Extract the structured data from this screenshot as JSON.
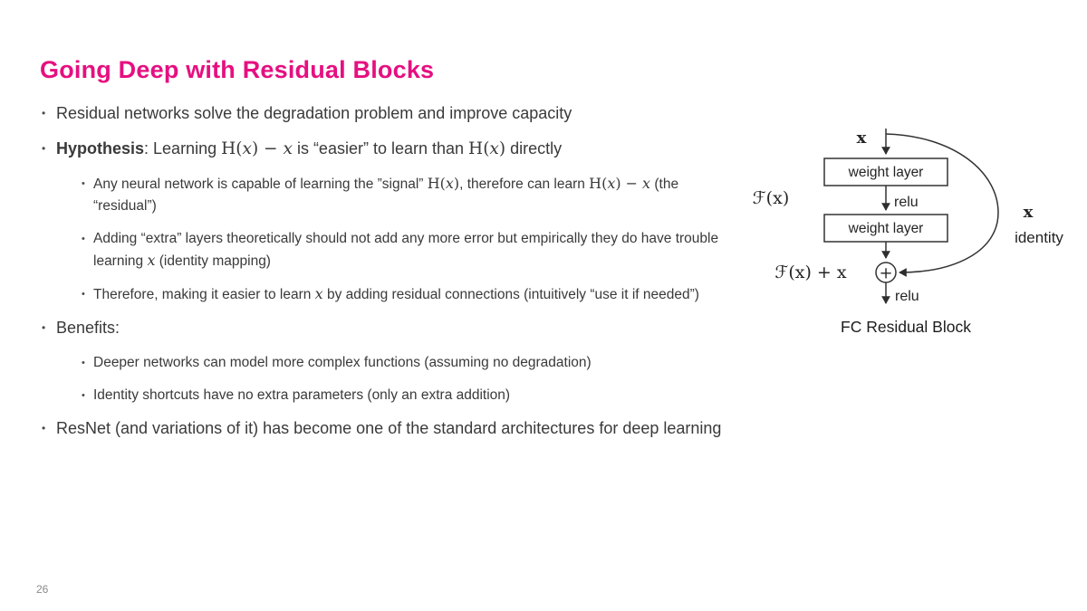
{
  "slide": {
    "title": "Going Deep with Residual Blocks",
    "page_number": "26",
    "accent_color": "#e60f80"
  },
  "bullets": [
    {
      "level": 1,
      "segments": [
        {
          "t": "Residual networks solve the degradation problem and improve capacity",
          "s": ""
        }
      ]
    },
    {
      "level": 1,
      "segments": [
        {
          "t": "Hypothesis",
          "s": "b"
        },
        {
          "t": ": Learning ",
          "s": ""
        },
        {
          "t": "H(",
          "s": "m"
        },
        {
          "t": "x",
          "s": "i"
        },
        {
          "t": ") − ",
          "s": "m"
        },
        {
          "t": "x",
          "s": "i"
        },
        {
          "t": " is “easier” to learn than ",
          "s": ""
        },
        {
          "t": "H(",
          "s": "m"
        },
        {
          "t": "x",
          "s": "i"
        },
        {
          "t": ")",
          "s": "m"
        },
        {
          "t": " directly",
          "s": ""
        }
      ]
    },
    {
      "level": 2,
      "segments": [
        {
          "t": "Any neural network is capable of learning the ”signal” ",
          "s": ""
        },
        {
          "t": "H(",
          "s": "m"
        },
        {
          "t": "x",
          "s": "i"
        },
        {
          "t": ")",
          "s": "m"
        },
        {
          "t": ", therefore can learn ",
          "s": ""
        },
        {
          "t": "H(",
          "s": "m"
        },
        {
          "t": "x",
          "s": "i"
        },
        {
          "t": ") − ",
          "s": "m"
        },
        {
          "t": "x",
          "s": "i"
        },
        {
          "t": " (the “residual”)",
          "s": ""
        }
      ]
    },
    {
      "level": 2,
      "segments": [
        {
          "t": "Adding “extra” layers theoretically should not add any more error but empirically they do have trouble learning ",
          "s": ""
        },
        {
          "t": "x",
          "s": "i"
        },
        {
          "t": " (identity mapping)",
          "s": ""
        }
      ]
    },
    {
      "level": 2,
      "segments": [
        {
          "t": "Therefore, making it easier to learn ",
          "s": ""
        },
        {
          "t": "x",
          "s": "i"
        },
        {
          "t": " by adding residual connections (intuitively “use it if needed”)",
          "s": ""
        }
      ]
    },
    {
      "level": 1,
      "segments": [
        {
          "t": "Benefits:",
          "s": ""
        }
      ]
    },
    {
      "level": 2,
      "segments": [
        {
          "t": "Deeper networks can model more complex functions (assuming no degradation)",
          "s": ""
        }
      ]
    },
    {
      "level": 2,
      "segments": [
        {
          "t": "Identity shortcuts have no extra parameters (only an extra addition)",
          "s": ""
        }
      ]
    },
    {
      "level": 1,
      "segments": [
        {
          "t": "ResNet (and variations of it) has become one of the standard architectures for deep learning",
          "s": ""
        }
      ]
    }
  ],
  "diagram": {
    "caption": "FC Residual Block",
    "input_label": "x",
    "weight_layer_top": "weight layer",
    "weight_layer_bottom": "weight layer",
    "relu_mid": "relu",
    "relu_out": "relu",
    "f_of_x": "ℱ(x)",
    "sum_label": "ℱ(x) + x",
    "plus_sign": "+",
    "skip_x": "x",
    "skip_identity": "identity"
  }
}
